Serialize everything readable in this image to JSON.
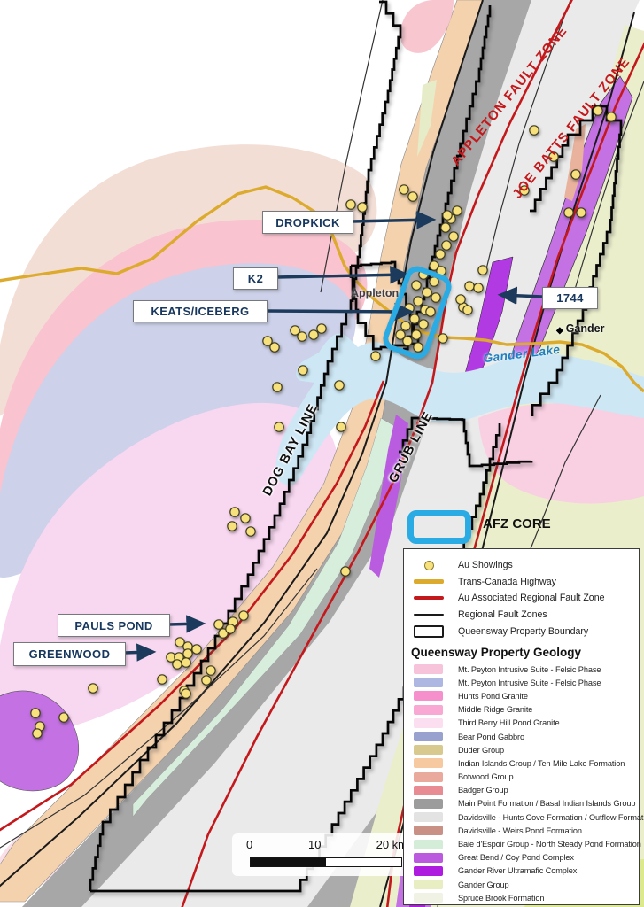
{
  "callouts": {
    "dropkick": "DROPKICK",
    "k2": "K2",
    "keats_iceberg": "KEATS/ICEBERG",
    "n1744": "1744",
    "pauls_pond": "PAULS POND",
    "greenwood": "GREENWOOD"
  },
  "fault_zone_labels": {
    "appleton": "APPLETON FAULT ZONE",
    "joe_batts": "JOE BATTS FAULT ZONE"
  },
  "structural_lines": {
    "dog_bay": "DOG BAY LINE",
    "grub": "GRUB LINE"
  },
  "places": {
    "appleton": "Appleton",
    "gander": "Gander",
    "gander_lake": "Gander Lake"
  },
  "afz_core": {
    "label": "AFZ CORE",
    "outline_color": "#2aabe3"
  },
  "legend": {
    "symbols": [
      {
        "label": "Au Showings",
        "type": "dot",
        "color": "#f7e17c"
      },
      {
        "label": "Trans-Canada Highway",
        "type": "line",
        "color": "#dcab2e",
        "thickness": 5
      },
      {
        "label": "Au Associated Regional Fault Zone",
        "type": "line",
        "color": "#c4191c",
        "thickness": 4
      },
      {
        "label": "Regional Fault Zones",
        "type": "line",
        "color": "#1a1a1a",
        "thickness": 2.5
      },
      {
        "label": "Queensway Property Boundary",
        "type": "rect",
        "color": "#ffffff"
      }
    ],
    "geology_heading": "Queensway Property Geology",
    "geology_units": [
      {
        "label": "Mt. Peyton Intrusive Suite - Felsic Phase",
        "color": "#f6c3da"
      },
      {
        "label": "Mt. Peyton Intrusive Suite - Felsic Phase",
        "color": "#aeb6e2"
      },
      {
        "label": "Hunts Pond Granite",
        "color": "#f590cd"
      },
      {
        "label": "Middle Ridge Granite",
        "color": "#f9a8d4"
      },
      {
        "label": "Third Berry Hill Pond Granite",
        "color": "#fbdff0"
      },
      {
        "label": "Bear Pond Gabbro",
        "color": "#99a1cf"
      },
      {
        "label": "Duder Group",
        "color": "#d8ca8e"
      },
      {
        "label": "Indian Islands Group / Ten Mile Lake Formation",
        "color": "#f6c9a1"
      },
      {
        "label": "Botwood Group",
        "color": "#e9a99c"
      },
      {
        "label": "Badger Group",
        "color": "#e98b93"
      },
      {
        "label": "Main Point Formation / Basal Indian Islands Group",
        "color": "#9c9c9c"
      },
      {
        "label": "Davidsville - Hunts Cove Formation / Outflow Formation",
        "color": "#e3e3e3"
      },
      {
        "label": "Davidsville - Weirs Pond Formation",
        "color": "#c99086"
      },
      {
        "label": "Baie d'Espoir Group - North Steady Pond Formation",
        "color": "#d4edd8"
      },
      {
        "label": "Great Bend / Coy Pond Complex",
        "color": "#bb5ade"
      },
      {
        "label": "Gander River Ultramafic Complex",
        "color": "#ae1ce0"
      },
      {
        "label": "Gander Group",
        "color": "#e9edc2"
      },
      {
        "label": "Spruce Brook Formation",
        "color": "#f0f2e3"
      }
    ]
  },
  "scale_bar": {
    "ticks": [
      "0",
      "10",
      "20 km"
    ]
  },
  "au_showings_xy": [
    [
      478,
      310
    ],
    [
      490,
      318
    ],
    [
      470,
      322
    ],
    [
      482,
      330
    ],
    [
      492,
      336
    ],
    [
      472,
      340
    ],
    [
      462,
      348
    ],
    [
      480,
      350
    ],
    [
      468,
      360
    ],
    [
      478,
      366
    ],
    [
      458,
      368
    ],
    [
      470,
      378
    ],
    [
      486,
      352
    ],
    [
      460,
      385
    ],
    [
      472,
      392
    ],
    [
      452,
      378
    ],
    [
      490,
      300
    ],
    [
      498,
      306
    ],
    [
      497,
      287
    ],
    [
      504,
      277
    ],
    [
      512,
      267
    ],
    [
      503,
      257
    ],
    [
      509,
      247
    ],
    [
      516,
      238
    ],
    [
      505,
      243
    ],
    [
      456,
      214
    ],
    [
      466,
      222
    ],
    [
      396,
      231
    ],
    [
      409,
      234
    ],
    [
      675,
      125
    ],
    [
      690,
      132
    ],
    [
      603,
      147
    ],
    [
      625,
      177
    ],
    [
      650,
      197
    ],
    [
      592,
      215
    ],
    [
      642,
      240
    ],
    [
      656,
      240
    ],
    [
      545,
      305
    ],
    [
      530,
      323
    ],
    [
      540,
      325
    ],
    [
      523,
      347
    ],
    [
      528,
      350
    ],
    [
      520,
      338
    ],
    [
      333,
      373
    ],
    [
      341,
      380
    ],
    [
      354,
      378
    ],
    [
      363,
      371
    ],
    [
      302,
      385
    ],
    [
      310,
      392
    ],
    [
      342,
      418
    ],
    [
      383,
      435
    ],
    [
      424,
      402
    ],
    [
      500,
      382
    ],
    [
      385,
      482
    ],
    [
      313,
      437
    ],
    [
      315,
      482
    ],
    [
      265,
      578
    ],
    [
      277,
      585
    ],
    [
      262,
      594
    ],
    [
      283,
      600
    ],
    [
      390,
      645
    ],
    [
      247,
      705
    ],
    [
      263,
      702
    ],
    [
      275,
      695
    ],
    [
      252,
      715
    ],
    [
      260,
      710
    ],
    [
      203,
      725
    ],
    [
      212,
      730
    ],
    [
      193,
      742
    ],
    [
      202,
      742
    ],
    [
      212,
      738
    ],
    [
      222,
      733
    ],
    [
      200,
      750
    ],
    [
      210,
      748
    ],
    [
      238,
      757
    ],
    [
      233,
      768
    ],
    [
      183,
      767
    ],
    [
      208,
      780
    ],
    [
      105,
      777
    ],
    [
      40,
      805
    ],
    [
      72,
      810
    ],
    [
      45,
      820
    ],
    [
      42,
      828
    ],
    [
      210,
      783
    ]
  ]
}
